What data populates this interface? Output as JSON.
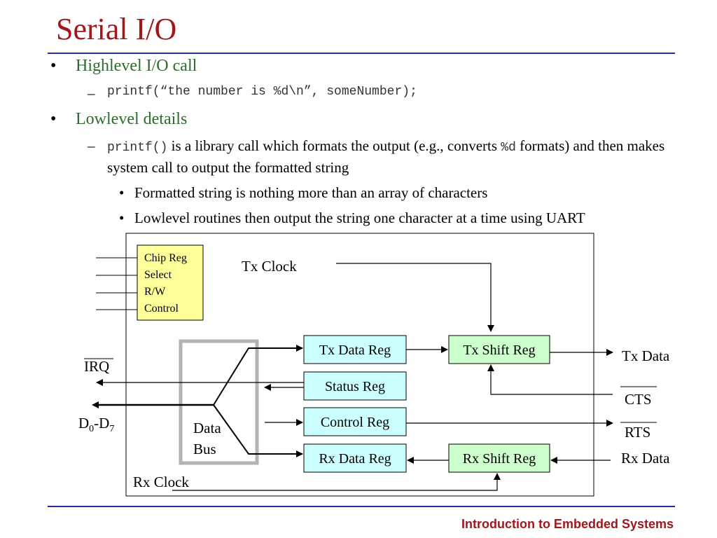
{
  "slide": {
    "title": "Serial I/O",
    "bullet1": "Highlevel I/O call",
    "bullet1_sub": "printf(“the number is %d\\n”, someNumber);",
    "bullet2": "Lowlevel details",
    "bullet2_sub_code": "printf()",
    "bullet2_sub_text1": " is a library call which formats the output (e.g., converts ",
    "bullet2_sub_code2": "%d",
    "bullet2_sub_text2": " formats) and then makes system call to output the formatted string",
    "sub_bullets": [
      "Formatted string is nothing more than an array of characters",
      "Lowlevel routines then output the string one character at a time using UART"
    ],
    "footer": "Introduction to Embedded Systems"
  },
  "diagram": {
    "chip_reg_lines": [
      "Chip Reg",
      "Select",
      "R/W",
      "Control"
    ],
    "tx_clock": "Tx Clock",
    "rx_clock": "Rx Clock",
    "data_bus_lines": [
      "Data",
      "Bus"
    ],
    "tx_data_reg": "Tx Data Reg",
    "status_reg": "Status Reg",
    "control_reg": "Control Reg",
    "rx_data_reg": "Rx Data Reg",
    "tx_shift_reg": "Tx Shift Reg",
    "rx_shift_reg": "Rx Shift Reg",
    "irq": "IRQ",
    "data_pins": "D0-D7",
    "tx_data": "Tx Data",
    "cts": "CTS",
    "rts": "RTS",
    "rx_data": "Rx Data",
    "colors": {
      "register_fill": "#ccffff",
      "shift_fill": "#ccffcc",
      "chip_fill": "#ffff99",
      "bus_frame": "#b3b3b3",
      "title_red": "#a0181c",
      "rule_blue": "#2a2a9a"
    }
  }
}
